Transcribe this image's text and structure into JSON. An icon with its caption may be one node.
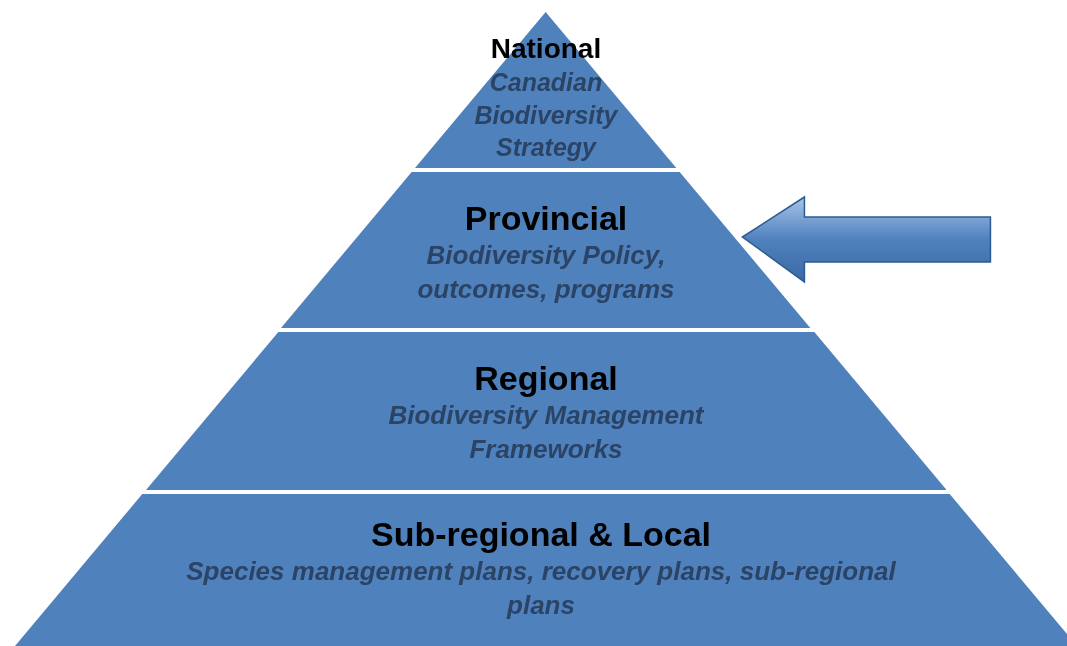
{
  "diagram": {
    "nodes": [
      {
        "text": [
          "National",
          "Canadian Biodiversity Strategy"
        ]
      },
      {
        "text": [
          "Provincial",
          "Biodiversity Policy, outcomes, programs"
        ]
      },
      {
        "text": [
          "Regional",
          "Biodiversity Management Frameworks"
        ]
      },
      {
        "text": [
          "Sub-regional & Local",
          "Species management plans, recovery plans, sub-regional plans"
        ]
      }
    ],
    "edges": [
      {
        "from": null,
        "to": 1,
        "arrow": "to"
      }
    ]
  }
}
